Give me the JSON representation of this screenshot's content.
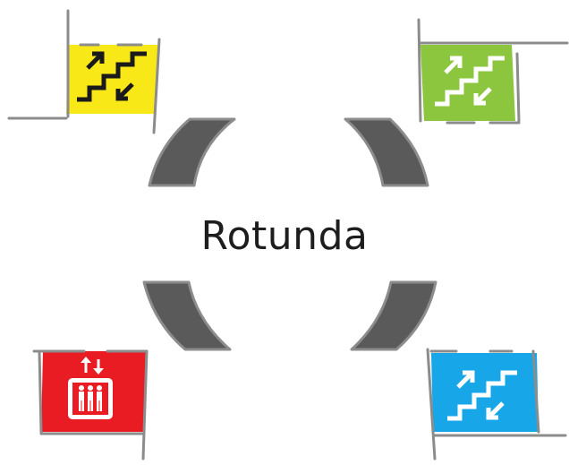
{
  "map": {
    "area_label": "Rotunda",
    "colors": {
      "stairs_yellow": "#f9e817",
      "stairs_green": "#8cc63f",
      "stairs_blue": "#17a7e9",
      "elevator_red": "#e91c24",
      "column_fill": "#5a5a5a",
      "wall_stroke": "#8c8c8c"
    },
    "features": [
      {
        "name": "stairs-top-left",
        "icon": "stairs-up-down-icon",
        "color": "#f9e817"
      },
      {
        "name": "stairs-top-right",
        "icon": "stairs-up-down-icon",
        "color": "#8cc63f"
      },
      {
        "name": "elevator-bottom-left",
        "icon": "elevator-icon",
        "color": "#e91c24"
      },
      {
        "name": "stairs-bottom-right",
        "icon": "stairs-up-down-icon",
        "color": "#17a7e9"
      }
    ]
  }
}
